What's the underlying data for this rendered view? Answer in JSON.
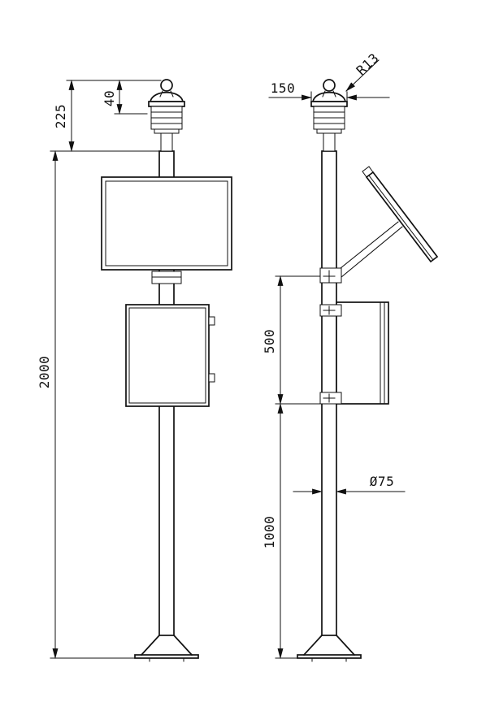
{
  "colors": {
    "ink": "#111111",
    "background": "#ffffff"
  },
  "dims": {
    "sensor_cap_height": "40",
    "sensor_assembly_height": "225",
    "pole_height": "2000",
    "sensor_diameter": "150",
    "dome_radius": "R13",
    "mid_section_span": "500",
    "lower_section_span": "1000",
    "pole_diameter": "Ø75"
  }
}
